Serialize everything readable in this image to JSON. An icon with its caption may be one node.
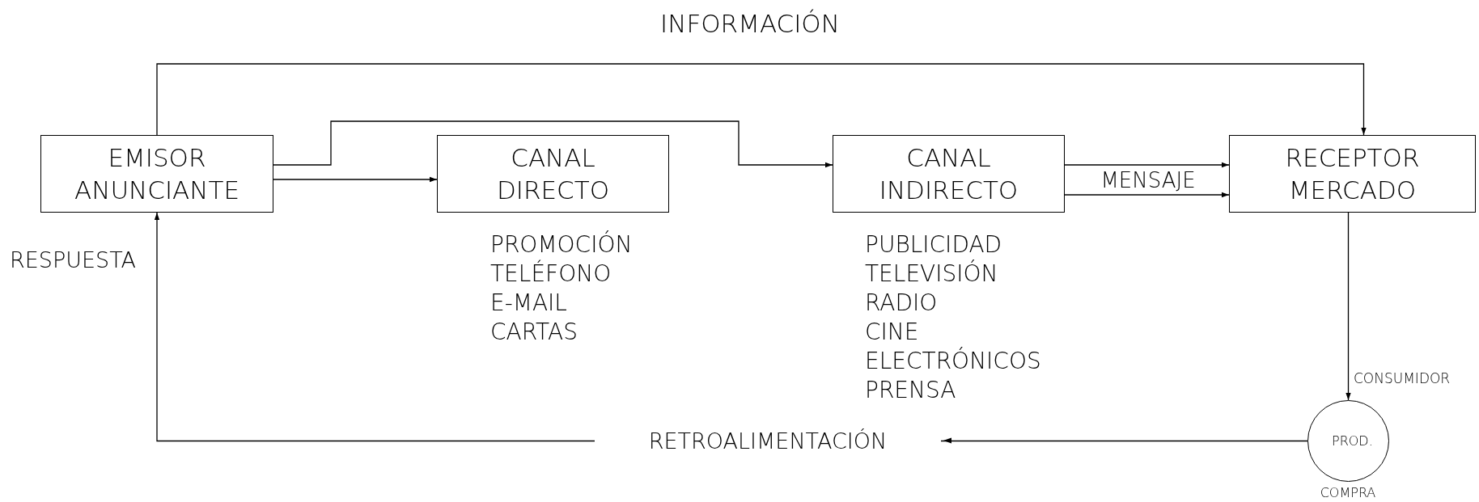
{
  "diagram": {
    "nodes": [
      {
        "text": [
          "EMISOR ANUNCIANTE"
        ]
      },
      {
        "text": [
          "CANAL DIRECTO"
        ],
        "beside": [
          "PROMOCIÓN",
          "TELÉFONO",
          "E-MAIL",
          "CARTAS"
        ]
      },
      {
        "text": [
          "CANAL INDIRECTO"
        ],
        "beside": [
          "PUBLICIDAD",
          "TELEVISIÓN",
          "RADIO",
          "CINE",
          "ELECTRÓNICOS",
          "PRENSA"
        ]
      },
      {
        "text": [
          "RECEPTOR MERCADO"
        ]
      },
      {
        "text": [
          "PROD."
        ],
        "beside": [
          "COMPRA"
        ]
      }
    ],
    "edges": [
      {
        "from": 0,
        "to": 3,
        "arrow": "to",
        "label": "INFORMACIÓN"
      },
      {
        "from": 0,
        "to": 1,
        "arrow": "to"
      },
      {
        "from": 0,
        "to": 2,
        "arrow": "to"
      },
      {
        "from": 2,
        "to": 3,
        "arrow": "to",
        "label": "MENSAJE"
      },
      {
        "from": 2,
        "to": 3,
        "arrow": "to"
      },
      {
        "from": 3,
        "to": 4,
        "arrow": "to"
      },
      {
        "from": 4,
        "to": 0,
        "arrow": "to",
        "label": "RETROALIMENTACIÓN"
      }
    ],
    "labels": [
      "RESPUESTA",
      "CONSUMIDOR"
    ]
  }
}
